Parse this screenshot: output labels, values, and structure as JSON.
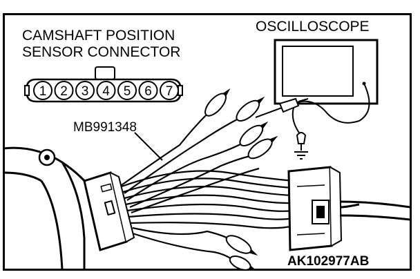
{
  "labels": {
    "sensor_connector_line1": "CAMSHAFT POSITION",
    "sensor_connector_line2": "SENSOR CONNECTOR",
    "oscilloscope": "OSCILLOSCOPE",
    "harness_tool": "MB991348",
    "figure_id": "AK102977AB"
  },
  "connector_pins": [
    "1",
    "2",
    "3",
    "4",
    "5",
    "6",
    "7"
  ],
  "colors": {
    "line": "#000000",
    "background": "#ffffff",
    "frame": "#000000"
  },
  "icons": {
    "ground": "ground-symbol-icon",
    "probe": "test-probe-icon"
  }
}
